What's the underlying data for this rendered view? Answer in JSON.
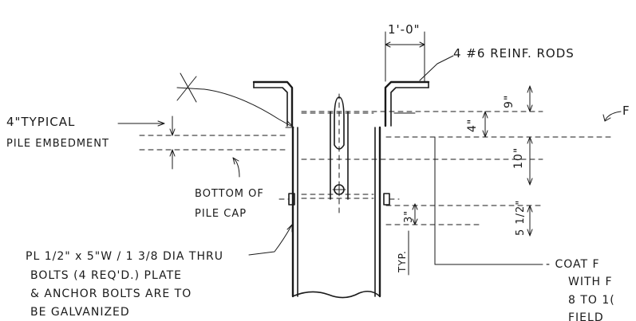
{
  "labels": {
    "dim_top": "1'-0\"",
    "reinf_rods": "4 #6 REINF. RODS",
    "typical_embedment_line1": "4\"TYPICAL",
    "typical_embedment_line2": "PILE EMBEDMENT",
    "bottom_cap_line1": "BOTTOM OF",
    "bottom_cap_line2": "PILE CAP",
    "plate_line1": "PL 1/2\" x 5\"W / 1 3/8 DIA THRU",
    "plate_line2": "BOLTS (4 REQ'D.) PLATE",
    "plate_line3": "& ANCHOR BOLTS ARE TO",
    "plate_line4": "BE GALVANIZED",
    "coat_line1": "- COAT F",
    "coat_line2": "WITH F",
    "coat_line3": "8 TO 1(",
    "coat_line4": "FIELD",
    "right_label": "F",
    "dim_9": "9\"",
    "dim_4": "4\"",
    "dim_10": "10\"",
    "dim_5half": "5 1/2\"",
    "dim_3": "3\"",
    "typ": "TYP."
  }
}
